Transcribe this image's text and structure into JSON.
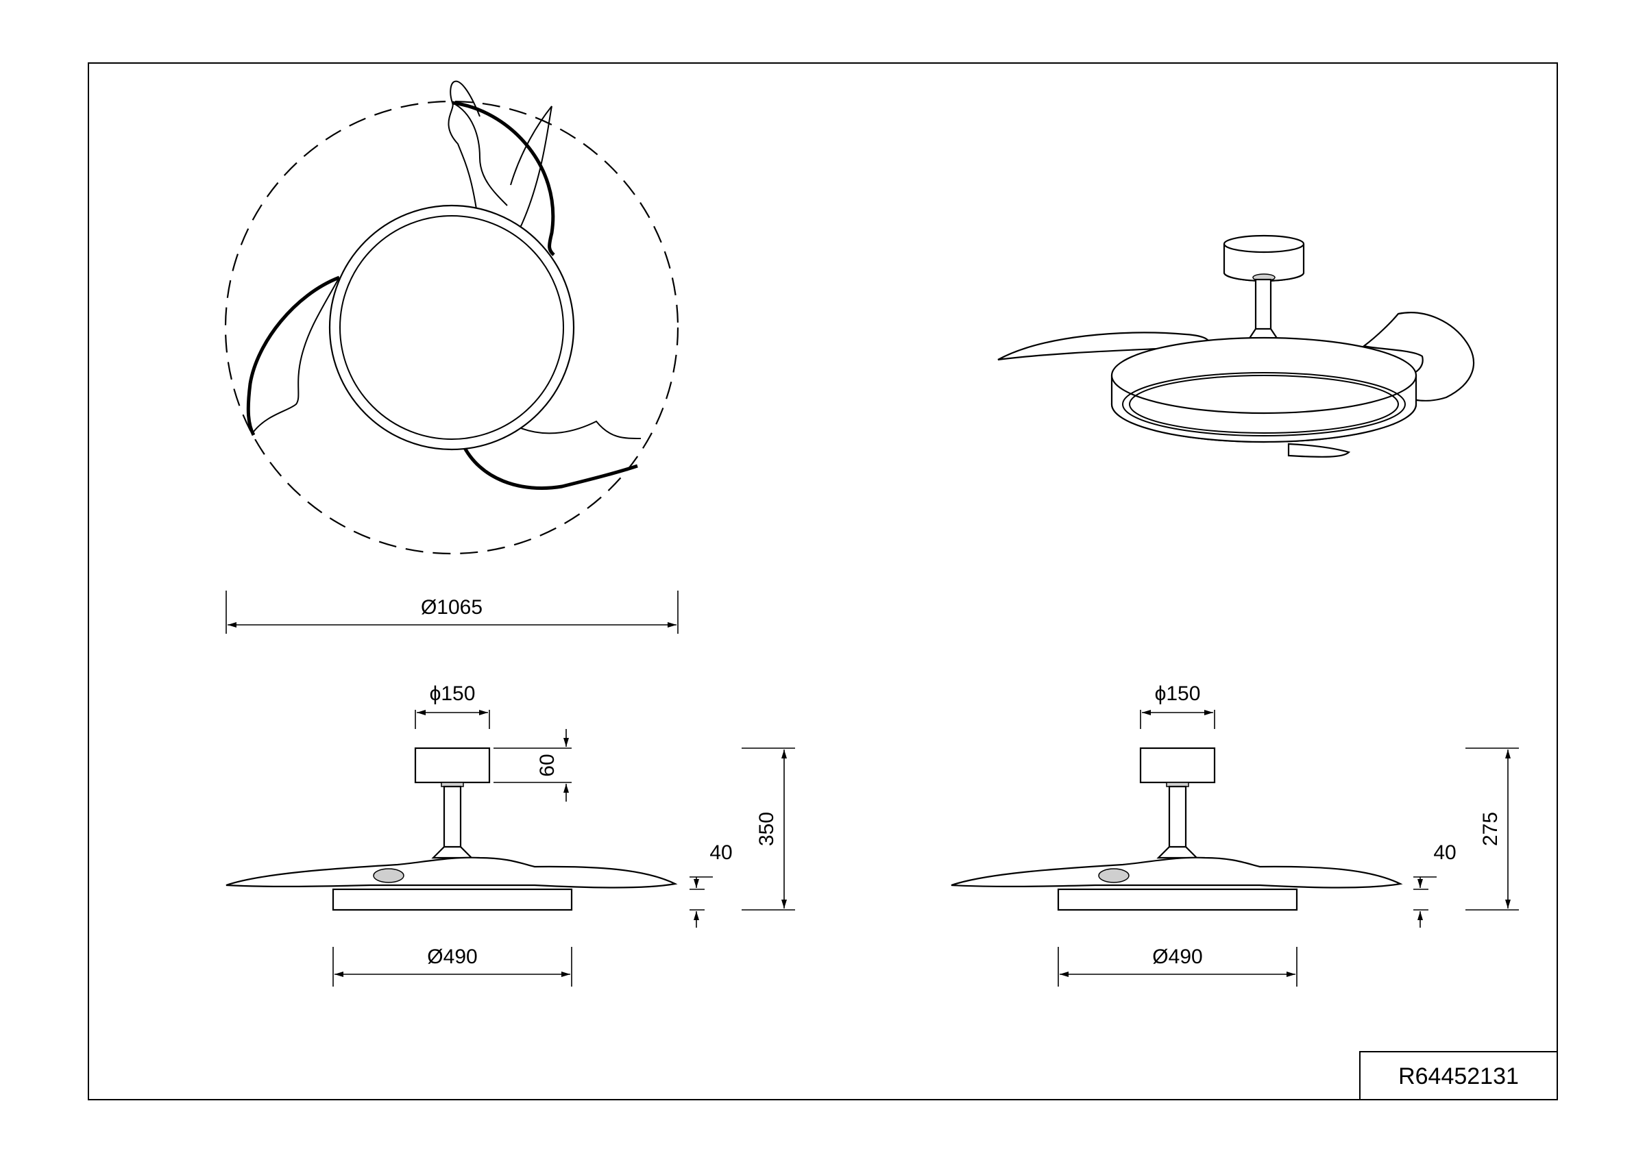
{
  "drawing": {
    "code": "R64452131",
    "top_view": {
      "blade_span": "Ø1065"
    },
    "side_view_extended": {
      "canopy_diameter": "ϕ150",
      "canopy_height": "60",
      "total_height": "350",
      "light_height": "40",
      "light_diameter": "Ø490"
    },
    "side_view_compact": {
      "canopy_diameter": "ϕ150",
      "total_height": "275",
      "light_height": "40",
      "light_diameter": "Ø490"
    }
  }
}
